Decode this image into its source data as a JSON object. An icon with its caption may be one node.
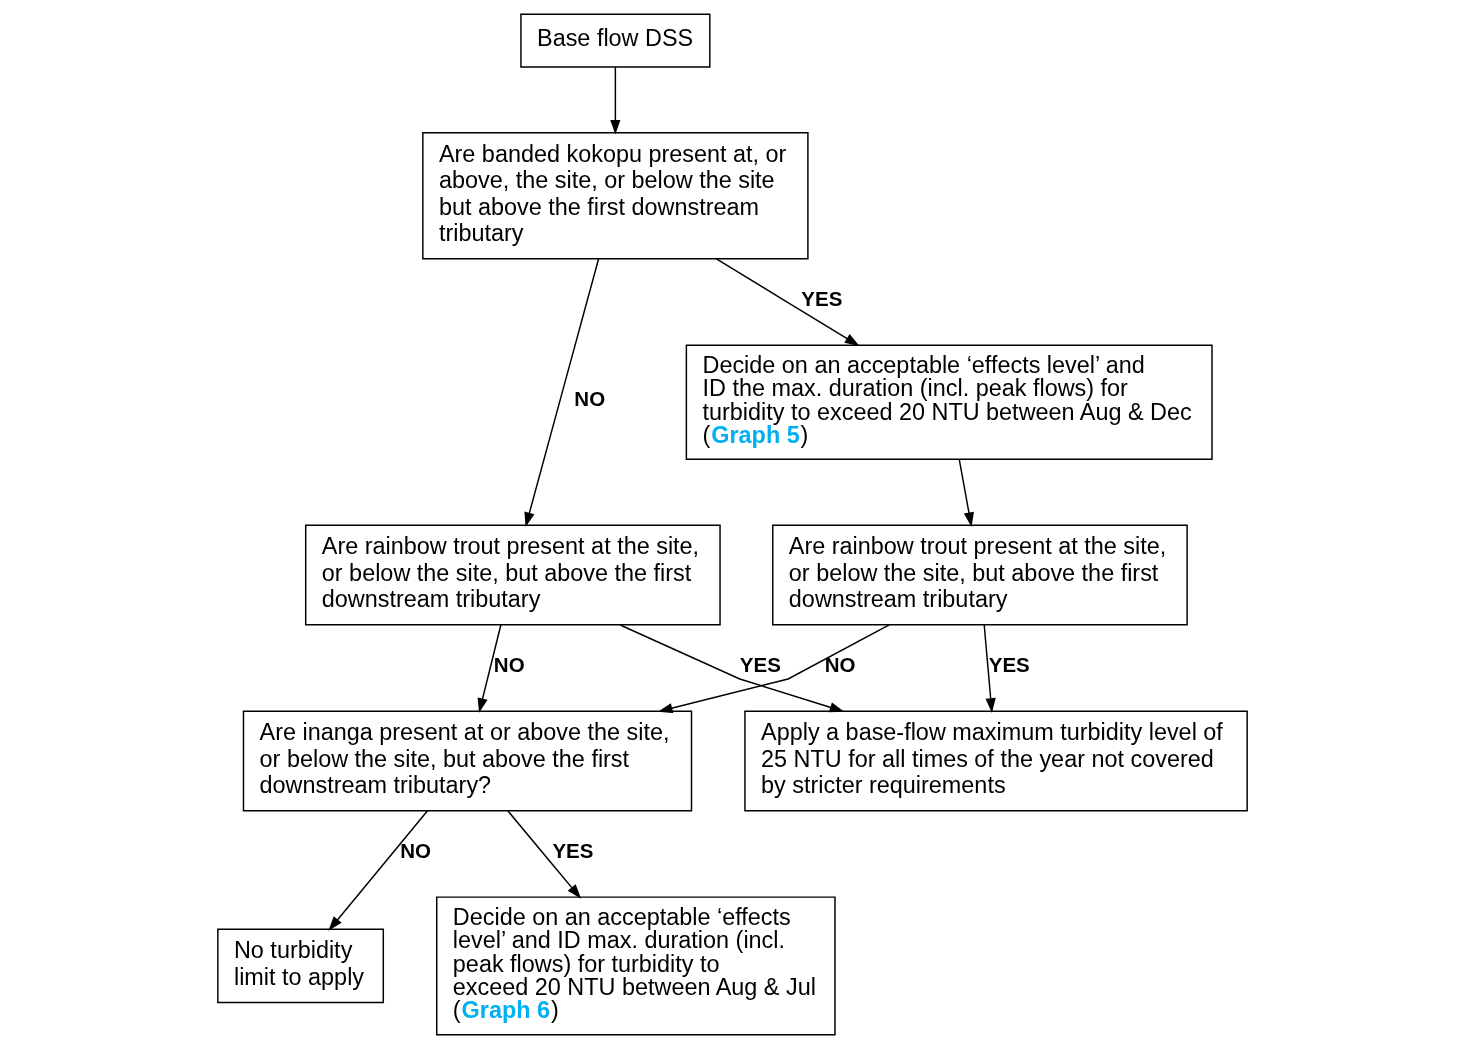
{
  "diagram": {
    "nodes": [
      {
        "text": [
          "Base flow DSS"
        ]
      },
      {
        "text": [
          "Are banded kokopu present at, or above, the site, or below the site but above the first downstream tributary"
        ]
      },
      {
        "text": [
          "Are rainbow trout present at the site, or below the site, but above the first downstream tributary"
        ]
      },
      {
        "text": [
          "Decide on an acceptable ‘effects level’ and ID the max. duration (incl. peak flows) for turbidity to exceed 20 NTU between Aug & Dec (**Graph 5**)"
        ]
      },
      {
        "text": [
          "Are inanga present at or above the site, or below the site, but above the first downstream tributary?"
        ]
      },
      {
        "text": [
          "Are rainbow trout present at the site, or below the site, but above the first downstream tributary"
        ]
      },
      {
        "text": [
          "No turbidity limit to apply"
        ]
      },
      {
        "text": [
          "Decide on an acceptable ‘effects level’ and ID max. duration (incl. peak flows) for turbidity to exceed 20 NTU between Aug & Jul (**Graph 6**)"
        ]
      },
      {
        "text": [
          "Apply a base-flow maximum turbidity level of 25 NTU for all times of the year not covered by stricter requirements"
        ]
      }
    ],
    "edges": [
      {
        "from": 0,
        "to": 1,
        "arrow": "to"
      },
      {
        "from": 1,
        "to": 2,
        "arrow": "to",
        "label": "NO"
      },
      {
        "from": 1,
        "to": 3,
        "arrow": "to",
        "label": "YES"
      },
      {
        "from": 2,
        "to": 4,
        "arrow": "to",
        "label": "NO"
      },
      {
        "from": 2,
        "to": 8,
        "arrow": "to",
        "label": "YES"
      },
      {
        "from": 3,
        "to": 5,
        "arrow": "to"
      },
      {
        "from": 5,
        "to": 4,
        "arrow": "to",
        "label": "NO"
      },
      {
        "from": 5,
        "to": 8,
        "arrow": "to",
        "label": "YES"
      },
      {
        "from": 4,
        "to": 6,
        "arrow": "to",
        "label": "NO"
      },
      {
        "from": 4,
        "to": 7,
        "arrow": "to",
        "label": "YES"
      }
    ]
  }
}
